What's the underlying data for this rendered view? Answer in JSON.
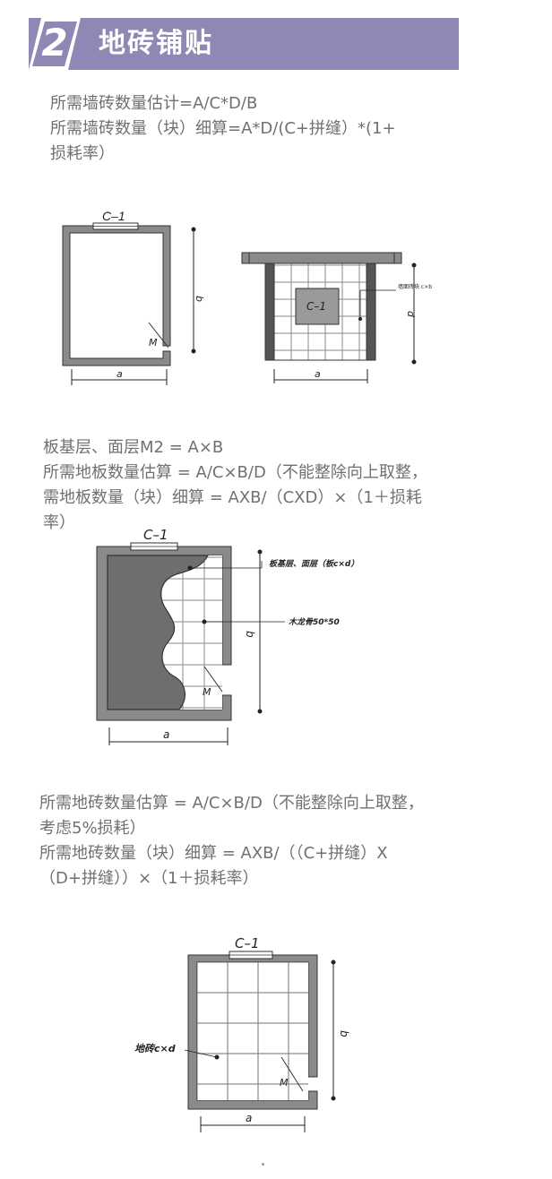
{
  "banner": {
    "number": "2",
    "title": "地砖铺贴"
  },
  "section1": {
    "formula_lines": [
      "所需墙砖数量估计=A/C*D/B",
      "所需墙砖数量（块）细算=A*D/(C+拼缝）*(1+",
      "损耗率）"
    ],
    "diagram1": {
      "window_label": "C–1",
      "door_label": "M",
      "width_label": "a",
      "height_label": "b"
    },
    "diagram2": {
      "panel_label": "C–1",
      "side_label": "d",
      "width_label": "a",
      "annotation": "墙面砖块 c×b"
    }
  },
  "section2": {
    "formula_lines": [
      "板基层、面层M2 = A×B",
      "所需地板数量估算 = A/C×B/D（不能整除向上取整，",
      "需地板数量（块）细算 = AXB/（CXD）×（1＋损耗",
      "率）"
    ],
    "diagram": {
      "window_label": "C–1",
      "door_label": "M",
      "width_label": "a",
      "height_label": "b",
      "annotation_top": "板基层、面层（板c×d）",
      "annotation_mid": "木龙骨50*50"
    }
  },
  "section3": {
    "formula_lines": [
      "所需地砖数量估算 = A/C×B/D（不能整除向上取整，",
      "考虑5%损耗）",
      "所需地砖数量（块）细算 = AXB/（（C+拼缝）X",
      "（D+拼缝））×（1＋损耗率）"
    ],
    "diagram": {
      "window_label": "C–1",
      "door_label": "M",
      "width_label": "a",
      "height_label": "b",
      "annotation": "地砖c×d"
    }
  }
}
